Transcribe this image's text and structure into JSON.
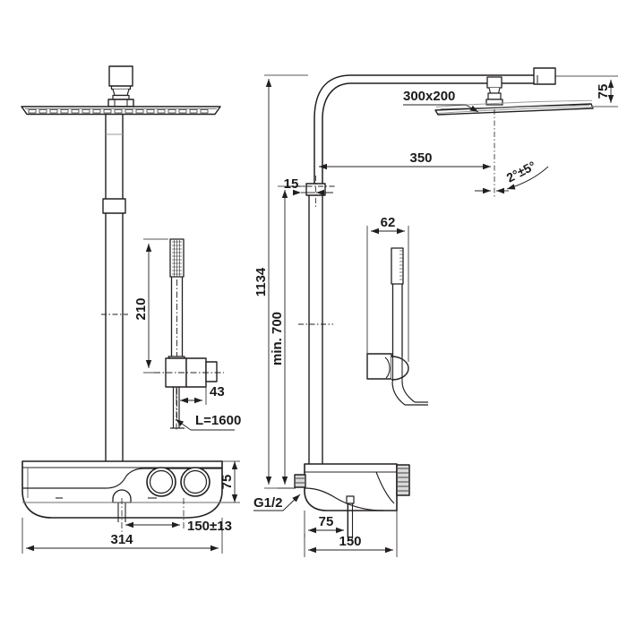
{
  "drawing": {
    "title": "Shower System Dimensioned Technical Drawing",
    "line_color": "#231f20",
    "thin_color": "#6d6e71",
    "background": "#ffffff",
    "views": {
      "front": "front-elevation-view",
      "side": "side-elevation-view"
    }
  },
  "dimensions": {
    "head_size": "300x200",
    "head_projection": "350",
    "head_height_offset": "75",
    "riser_offset": "15",
    "tilt_angle": "2°±5°",
    "handshower_length": "210",
    "bracket_offset": "43",
    "hose_length": "L=1600",
    "total_height": "1134",
    "min_height": "min. 700",
    "handshower_width": "62",
    "inlet_thread": "G1/2",
    "valve_depth_75": "75",
    "valve_depth_150": "150",
    "valve_height_75": "75",
    "base_width": "314",
    "outlet_center": "150±13"
  }
}
